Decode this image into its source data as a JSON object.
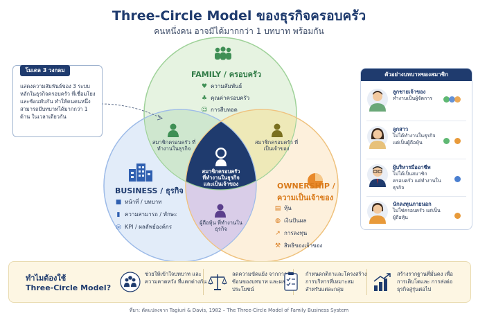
{
  "title": "Three-Circle Model ของธุรกิจครอบครัว",
  "subtitle": "คนหนึ่งคน อาจมีได้มากกว่า 1 บทบาท พร้อมกัน",
  "colors": {
    "family": "#5fb873",
    "business": "#4a7fd0",
    "ownership": "#e89a3a",
    "navy": "#1f3b6e",
    "center": "#1f3b6e"
  },
  "left_box": {
    "heading": "โมเดล 3 วงกลม",
    "text": "แสดงความสัมพันธ์ของ 3 ระบบหลักในธุรกิจครอบครัว ที่เชื่อมโยงและซ้อนทับกัน ทำให้คนคนหนึ่งสามารถมีบทบาทได้มากกว่า 1 ด้าน ในเวลาเดียวกัน"
  },
  "family": {
    "title": "FAMILY / ครอบครัว",
    "icon": "family-icon",
    "items": [
      {
        "icon": "heart-icon",
        "label": "ความสัมพันธ์"
      },
      {
        "icon": "sprout-icon",
        "label": "คุณค่าครอบครัว"
      },
      {
        "icon": "people-icon",
        "label": "การสืบทอด"
      }
    ]
  },
  "business": {
    "title": "BUSINESS / ธุรกิจ",
    "icon": "building-icon",
    "items": [
      {
        "icon": "briefcase-icon",
        "label": "หน้าที่ / บทบาท"
      },
      {
        "icon": "chart-icon",
        "label": "ความสามารถ / ทักษะ"
      },
      {
        "icon": "target-icon",
        "label": "KPI / ผลลัพธ์องค์กร"
      }
    ]
  },
  "ownership": {
    "title_line1": "OWNERSHIP /",
    "title_line2": "ความเป็นเจ้าของ",
    "icon": "pie-chart-icon",
    "items": [
      {
        "icon": "document-icon",
        "label": "หุ้น"
      },
      {
        "icon": "coins-icon",
        "label": "เงินปันผล"
      },
      {
        "icon": "trend-icon",
        "label": "การลงทุน"
      },
      {
        "icon": "gavel-icon",
        "label": "สิทธิของเจ้าของ"
      }
    ]
  },
  "overlaps": {
    "family_business": "สมาชิกครอบครัว ที่ทำงานในธุรกิจ",
    "family_ownership": "สมาชิกครอบครัว ที่เป็นเจ้าของ",
    "business_ownership": "ผู้ถือหุ้น ที่ทำงานในธุรกิจ",
    "center": "สมาชิกครอบครัว ที่ทำงานในธุรกิจ และเป็นเจ้าของ"
  },
  "examples": {
    "heading": "ตัวอย่างบทบาทของสมาชิก",
    "items": [
      {
        "name": "ลูกชายเจ้าของ",
        "desc": "ทำงานเป็นผู้จัดการ",
        "dots": [
          "#5fb873",
          "#4a7fd0",
          "#e89a3a"
        ]
      },
      {
        "name": "ลูกสาว",
        "desc": "ไม่ได้ทำงานในธุรกิจ แต่เป็นผู้ถือหุ้น",
        "dots": [
          "#5fb873",
          "#e89a3a"
        ]
      },
      {
        "name": "ผู้บริหารมืออาชีพ",
        "desc": "ไม่ได้เป็นสมาชิกครอบครัว แต่ทำงานในธุรกิจ",
        "dots": [
          "#4a7fd0"
        ]
      },
      {
        "name": "นักลงทุนภายนอก",
        "desc": "ไม่ใช่ครอบครัว แต่เป็นผู้ถือหุ้น",
        "dots": [
          "#e89a3a"
        ]
      }
    ]
  },
  "why": {
    "question_line1": "ทำไมต้องใช้",
    "question_line2": "Three-Circle Model?",
    "items": [
      {
        "icon": "team-icon",
        "text": "ช่วยให้เข้าใจบทบาท และความคาดหวัง ที่แตกต่างกัน"
      },
      {
        "icon": "scale-icon",
        "text": "ลดความขัดแย้ง จากการทับซ้อนของบทบาท และผลประโยชน์"
      },
      {
        "icon": "checklist-icon",
        "text": "กำหนดกติกาและโครงสร้าง การบริหารที่เหมาะสม สำหรับแต่ละกลุ่ม"
      },
      {
        "icon": "growth-icon",
        "text": "สร้างรากฐานที่มั่นคง เพื่อการเติบโตและ การส่งต่อธุรกิจสู่รุ่นต่อไป"
      }
    ]
  },
  "source": "ที่มา: ดัดแปลงจาก Tagiuri & Davis, 1982 – The Three-Circle Model of Family Business System"
}
